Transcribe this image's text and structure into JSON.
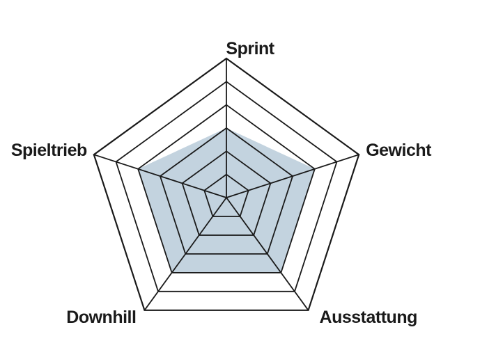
{
  "chart_data": {
    "type": "radar",
    "categories": [
      "Sprint",
      "Gewicht",
      "Ausstattung",
      "Downhill",
      "Spieltrieb"
    ],
    "values": [
      3,
      4,
      4,
      4,
      4
    ],
    "scale_max": 6,
    "rings": 6,
    "fill_color": "#c3d3df",
    "line_color": "#1a1a1a",
    "background_color": "#ffffff",
    "grid": true,
    "legend": "none"
  }
}
